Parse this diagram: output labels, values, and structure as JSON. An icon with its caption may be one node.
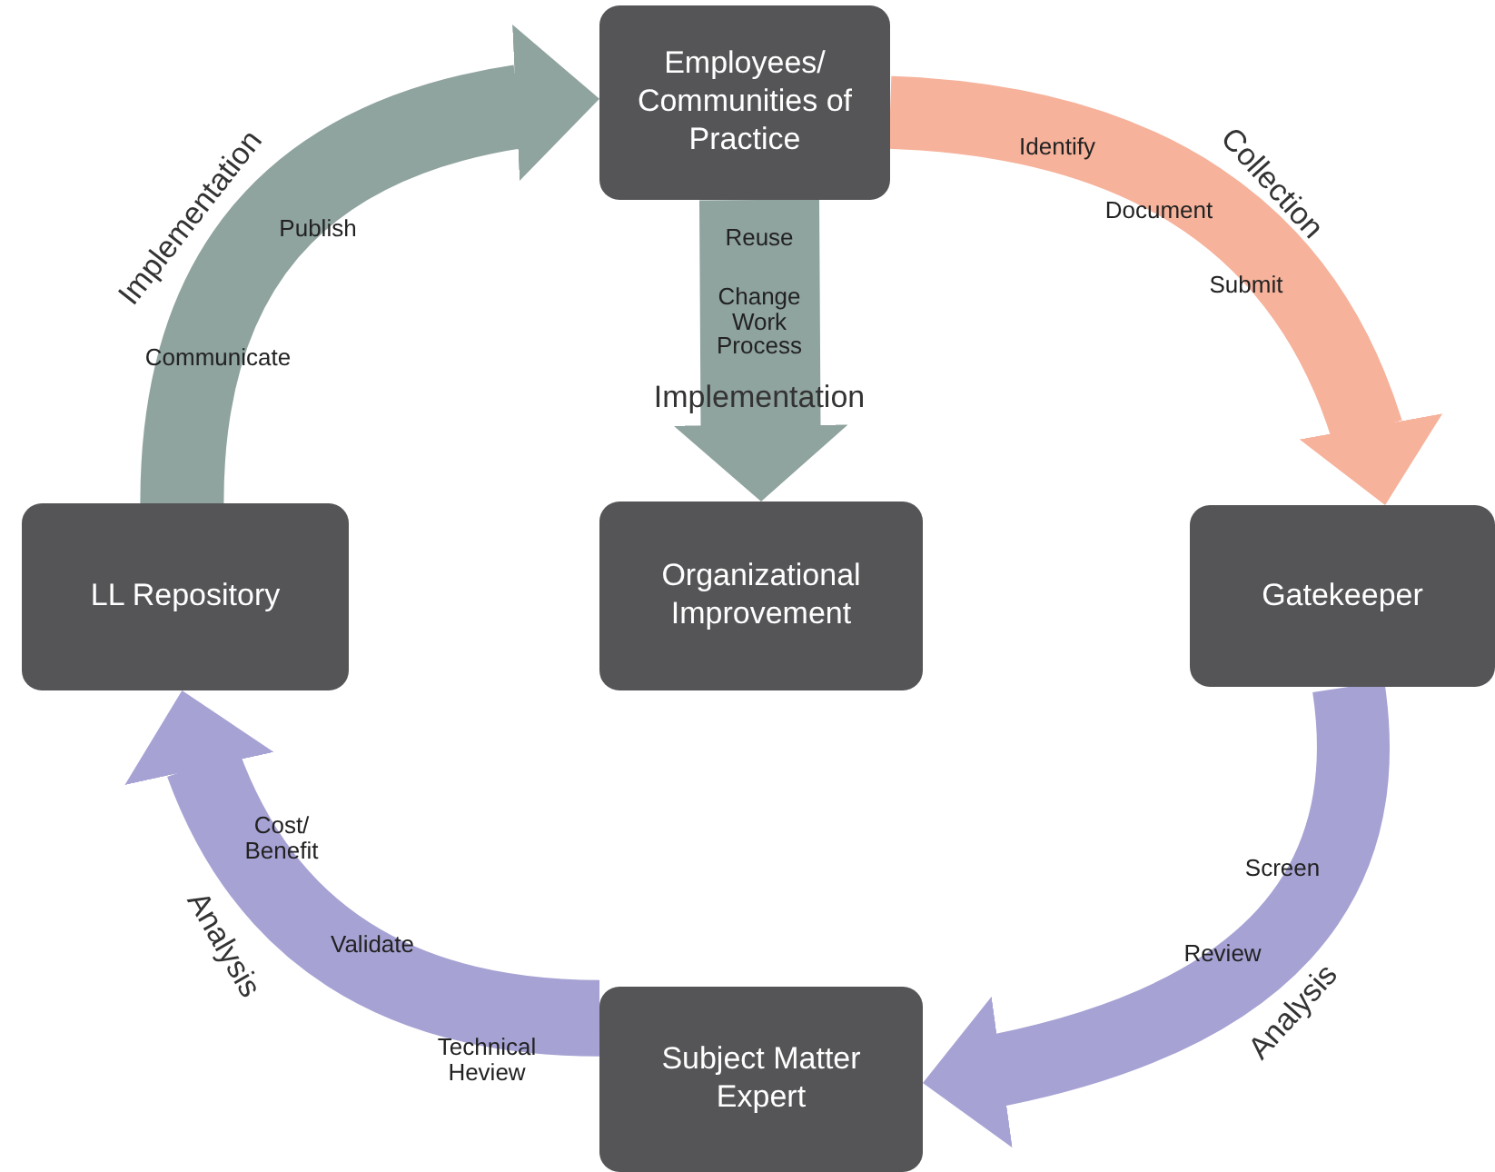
{
  "diagram": {
    "nodes": [
      {
        "text": [
          "Employees/ Communities of Practice"
        ]
      },
      {
        "text": [
          "Organizational Improvement"
        ]
      },
      {
        "text": [
          "Gatekeeper"
        ]
      },
      {
        "text": [
          "Subject Matter Expert"
        ]
      },
      {
        "text": [
          "LL Repository"
        ]
      }
    ],
    "edges": [
      {
        "from": 0,
        "to": 2,
        "arrow": "to",
        "color": "#f6b29b"
      },
      {
        "from": 0,
        "to": 1,
        "arrow": "to",
        "color": "#8fa39f"
      },
      {
        "from": 2,
        "to": 3,
        "arrow": "to",
        "color": "#a6a2d4"
      },
      {
        "from": 3,
        "to": 4,
        "arrow": "to",
        "color": "#a6a2d4"
      },
      {
        "from": 4,
        "to": 0,
        "arrow": "to",
        "color": "#8fa39f"
      }
    ],
    "labels": [
      "Implementation",
      "Publish",
      "Identify",
      "Collection",
      "Reuse",
      "Document",
      "Communicate",
      "Submit",
      "Change Work Process",
      "Implementation",
      "Screen",
      "Cost/ Benefit",
      "Review",
      "Validate",
      "Analysis",
      "Analysis",
      "Technical Heview"
    ]
  }
}
